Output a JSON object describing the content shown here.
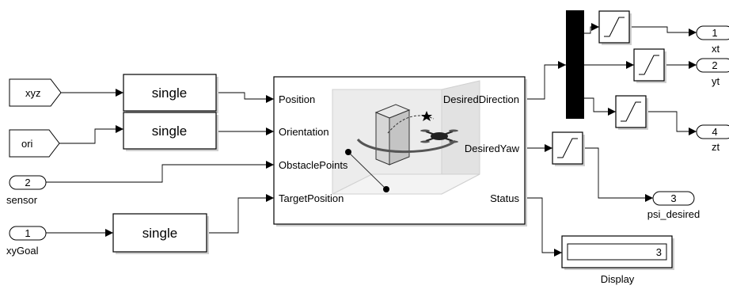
{
  "inputs": {
    "xyz": "xyz",
    "ori": "ori",
    "sensor_number": "2",
    "sensor_label": "sensor",
    "xygoal_number": "1",
    "xygoal_label": "xyGoal"
  },
  "convert_blocks": {
    "c1": "single",
    "c2": "single",
    "c3": "single"
  },
  "planner": {
    "in_position": "Position",
    "in_orientation": "Orientation",
    "in_obstacle": "ObstaclePoints",
    "in_target": "TargetPosition",
    "out_direction": "DesiredDirection",
    "out_yaw": "DesiredYaw",
    "out_status": "Status"
  },
  "outputs": {
    "xt_number": "1",
    "xt_label": "xt",
    "yt_number": "2",
    "yt_label": "yt",
    "zt_number": "4",
    "zt_label": "zt",
    "psi_number": "3",
    "psi_label": "psi_desired"
  },
  "display": {
    "value": "3",
    "label": "Display"
  }
}
